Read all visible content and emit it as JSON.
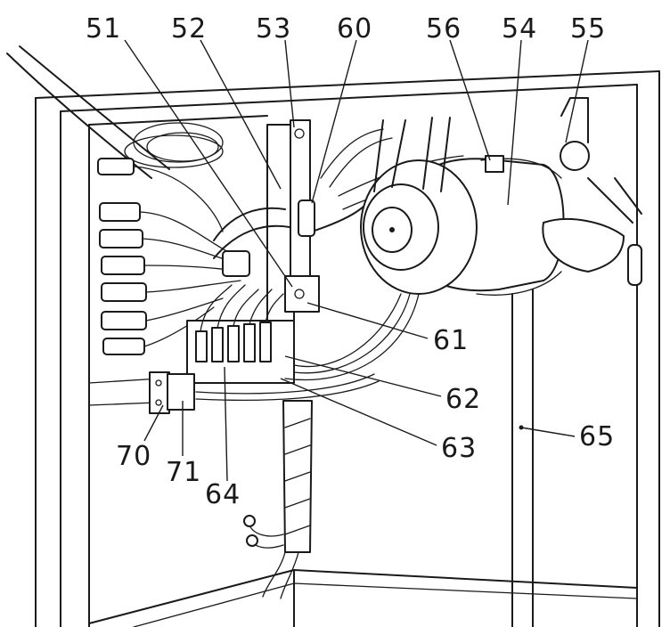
{
  "labels": {
    "l51": "51",
    "l52": "52",
    "l53": "53",
    "l60": "60",
    "l56": "56",
    "l54": "54",
    "l55": "55",
    "l61": "61",
    "l62": "62",
    "l63": "63",
    "l65": "65",
    "l70": "70",
    "l71": "71",
    "l64": "64"
  }
}
